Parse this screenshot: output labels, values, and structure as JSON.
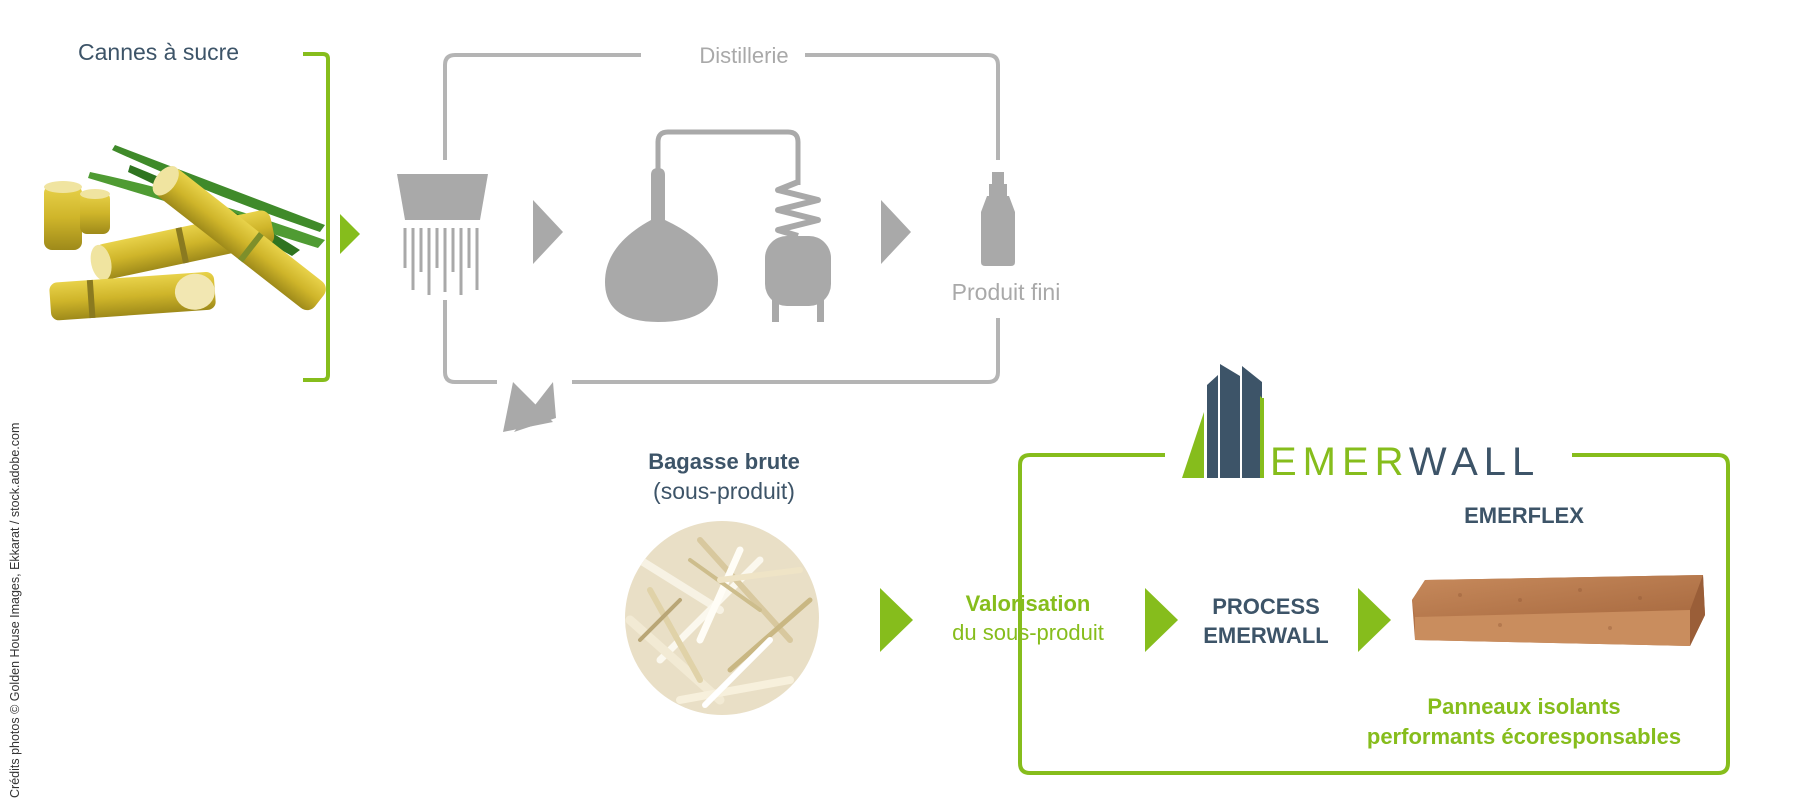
{
  "labels": {
    "cannes": "Cannes à sucre",
    "distillerie": "Distillerie",
    "produit_fini": "Produit fini",
    "bagasse_title": "Bagasse brute",
    "bagasse_sub": "(sous-produit)",
    "valorisation_title": "Valorisation",
    "valorisation_sub": "du sous-produit",
    "process_line1": "PROCESS",
    "process_line2": "EMERWALL",
    "emerflex": "EMERFLEX",
    "panneaux_line1": "Panneaux isolants",
    "panneaux_line2": "performants écoresponsables",
    "credits": "Crédits photos © Golden House Images, Ekkarat / stock.adobe.com"
  },
  "logo": {
    "part1": "EMER",
    "part2": "WALL"
  },
  "colors": {
    "green": "#86bd1c",
    "dark": "#3d5468",
    "grey": "#a9a9a9"
  },
  "icons": [
    "sugarcane-photo",
    "crusher-icon",
    "alembic-still-icon",
    "condenser-coil-icon",
    "bottle-icon",
    "bagasse-photo",
    "insulation-panel-photo",
    "emerwall-logo-buildings"
  ]
}
